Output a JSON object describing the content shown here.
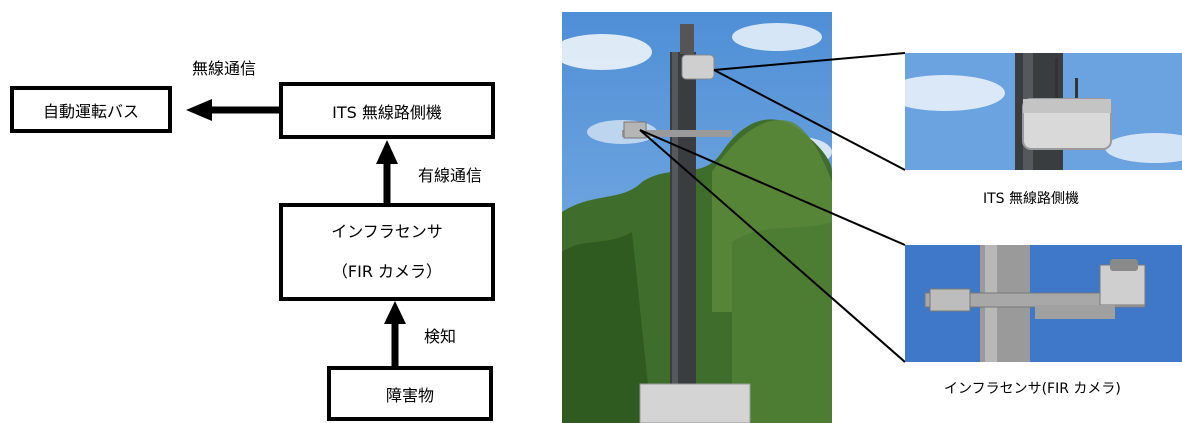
{
  "flow": {
    "bus_label": "自動運転バス",
    "its_label": "ITS 無線路側機",
    "infra_line1": "インフラセンサ",
    "infra_line2": "（FIR カメラ）",
    "obstacle_label": "障害物",
    "wireless_label": "無線通信",
    "wired_label": "有線通信",
    "detect_label": "検知"
  },
  "photos": {
    "its_caption": "ITS 無線路側機",
    "camera_caption": "インフラセンサ(FIR カメラ)"
  },
  "colors": {
    "sky": "#5f97d8",
    "foliage": "#3f6e2c",
    "pole": "#3a3d40",
    "equipment": "#cfcfcf"
  }
}
